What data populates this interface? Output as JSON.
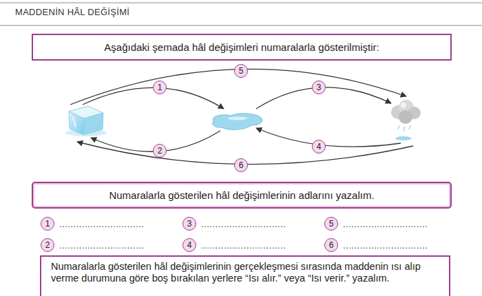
{
  "diagram": {
    "title": "MADDENİN HÂL DEĞİŞİMİ",
    "nodes": [
      {
        "text": [
          "Aşağıdaki şemada hâl değişimleri numaralarla gösterilmiştir:"
        ]
      },
      {
        "text": [
          "5"
        ]
      },
      {
        "text": [
          "1"
        ]
      },
      {
        "text": [
          "3"
        ]
      },
      {
        "text": [
          "2"
        ]
      },
      {
        "text": [
          "4"
        ]
      },
      {
        "text": [
          "6"
        ]
      },
      {
        "text": [
          "Numaralarla gösterilen hâl değişimlerinin adlarını yazalım."
        ]
      },
      {
        "text": [
          "1"
        ]
      },
      {
        "text": [
          "3"
        ]
      },
      {
        "text": [
          "5"
        ]
      },
      {
        "text": [
          "2"
        ]
      },
      {
        "text": [
          "4"
        ]
      },
      {
        "text": [
          "6"
        ]
      },
      {
        "text": [
          "Numaralarla gösterilen hâl değişimlerinin gerçekleşmesi sırasında maddenin ısı alıp verme durumuna göre boş bırakılan yerlere “Isı alır.” veya “Isı verir.” yazalım."
        ]
      }
    ],
    "labels": [
      "..............................",
      "..............................",
      "..............................",
      "..............................",
      "..............................",
      ".............................."
    ]
  }
}
